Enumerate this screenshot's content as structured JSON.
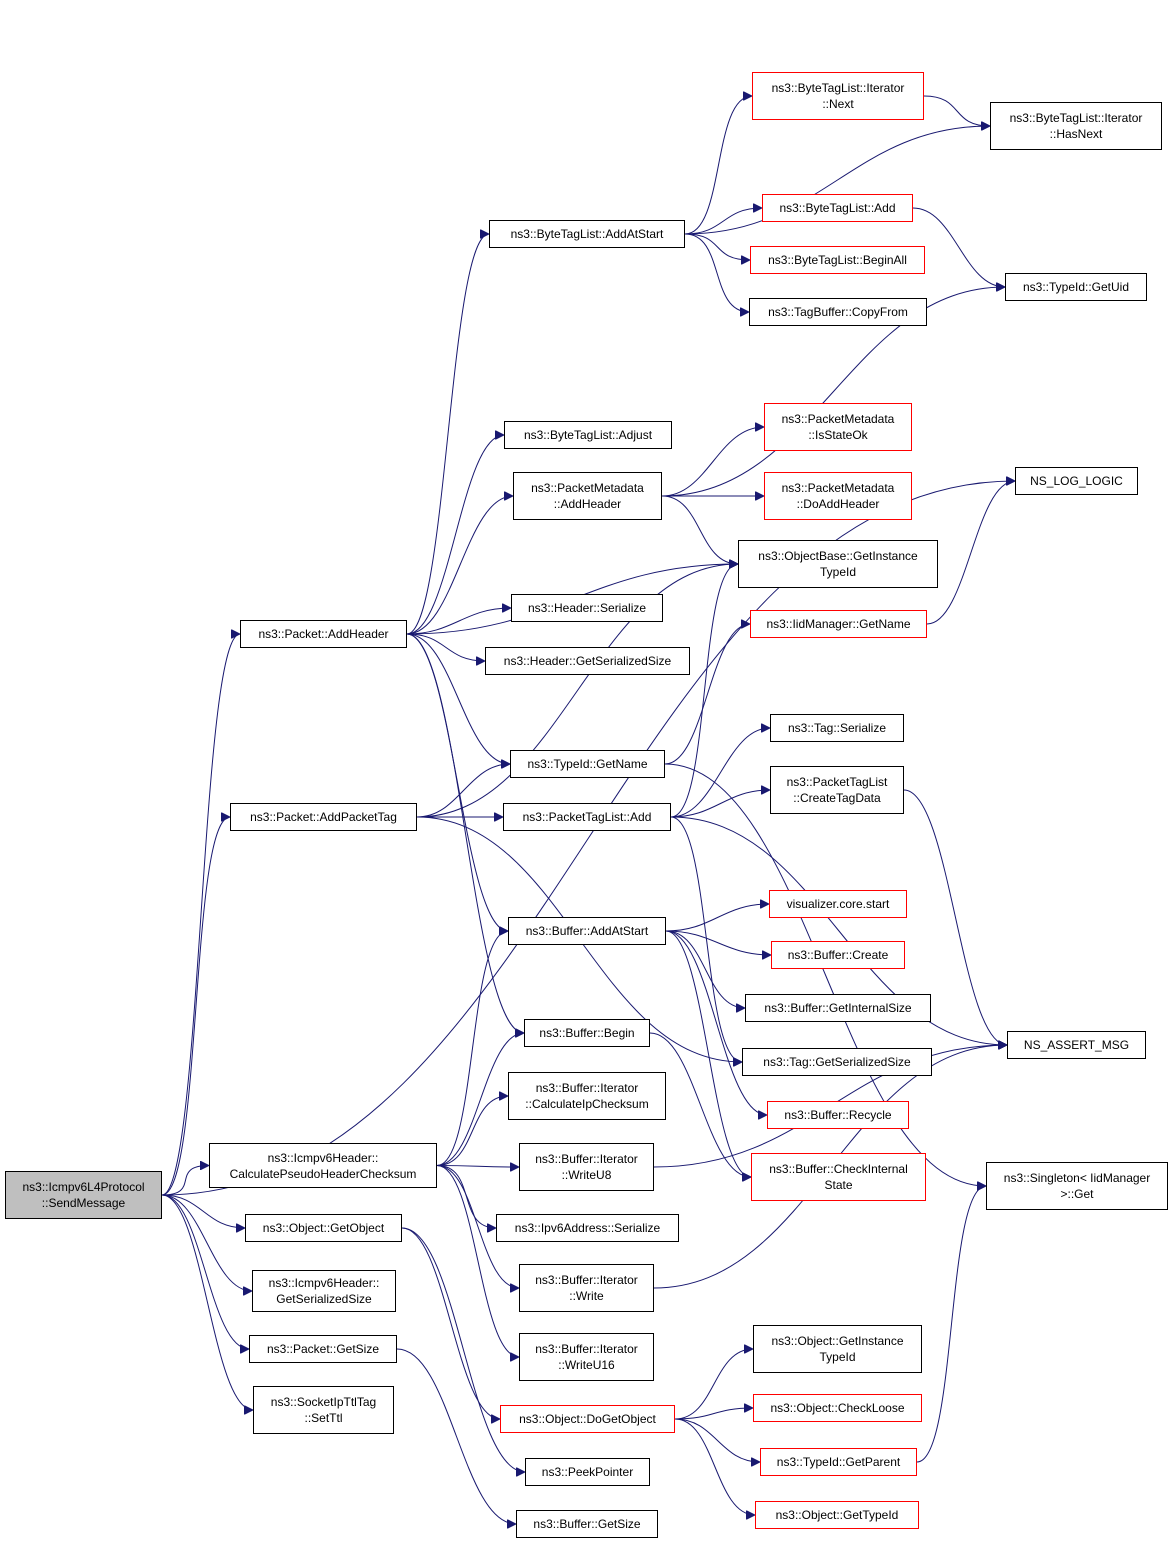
{
  "colors": {
    "edge": "#191970",
    "ref_border": "#000000",
    "truncated_border": "#ff0000",
    "root_fill": "#bfbfbf"
  },
  "nodes": [
    {
      "id": "root",
      "lines": [
        "ns3::Icmpv6L4Protocol",
        "::SendMessage"
      ],
      "style": "root"
    },
    {
      "id": "pkt_addheader",
      "lines": [
        "ns3::Packet::AddHeader"
      ],
      "style": "ok"
    },
    {
      "id": "pkt_addpackettag",
      "lines": [
        "ns3::Packet::AddPacketTag"
      ],
      "style": "ok"
    },
    {
      "id": "icmp_calcpseudo",
      "lines": [
        "ns3::Icmpv6Header::",
        "CalculatePseudoHeaderChecksum"
      ],
      "style": "ok"
    },
    {
      "id": "obj_getobject",
      "lines": [
        "ns3::Object::GetObject"
      ],
      "style": "ok"
    },
    {
      "id": "icmp_getsersize",
      "lines": [
        "ns3::Icmpv6Header::",
        "GetSerializedSize"
      ],
      "style": "ok"
    },
    {
      "id": "pkt_getsize",
      "lines": [
        "ns3::Packet::GetSize"
      ],
      "style": "ok"
    },
    {
      "id": "sockttl_setttl",
      "lines": [
        "ns3::SocketIpTtlTag",
        "::SetTtl"
      ],
      "style": "ok"
    },
    {
      "id": "btl_addatstart",
      "lines": [
        "ns3::ByteTagList::AddAtStart"
      ],
      "style": "ok"
    },
    {
      "id": "btl_adjust",
      "lines": [
        "ns3::ByteTagList::Adjust"
      ],
      "style": "ok"
    },
    {
      "id": "pm_addheader",
      "lines": [
        "ns3::PacketMetadata",
        "::AddHeader"
      ],
      "style": "ok"
    },
    {
      "id": "hdr_serialize",
      "lines": [
        "ns3::Header::Serialize"
      ],
      "style": "ok"
    },
    {
      "id": "hdr_getsersize",
      "lines": [
        "ns3::Header::GetSerializedSize"
      ],
      "style": "ok"
    },
    {
      "id": "typeid_getname",
      "lines": [
        "ns3::TypeId::GetName"
      ],
      "style": "ok"
    },
    {
      "id": "ptl_add",
      "lines": [
        "ns3::PacketTagList::Add"
      ],
      "style": "ok"
    },
    {
      "id": "buf_addatstart",
      "lines": [
        "ns3::Buffer::AddAtStart"
      ],
      "style": "ok"
    },
    {
      "id": "buf_begin",
      "lines": [
        "ns3::Buffer::Begin"
      ],
      "style": "ok"
    },
    {
      "id": "bi_calcip",
      "lines": [
        "ns3::Buffer::Iterator",
        "::CalculateIpChecksum"
      ],
      "style": "ok"
    },
    {
      "id": "bi_writeu8",
      "lines": [
        "ns3::Buffer::Iterator",
        "::WriteU8"
      ],
      "style": "ok"
    },
    {
      "id": "ipv6_serialize",
      "lines": [
        "ns3::Ipv6Address::Serialize"
      ],
      "style": "ok"
    },
    {
      "id": "bi_write",
      "lines": [
        "ns3::Buffer::Iterator",
        "::Write"
      ],
      "style": "ok"
    },
    {
      "id": "bi_writeu16",
      "lines": [
        "ns3::Buffer::Iterator",
        "::WriteU16"
      ],
      "style": "ok"
    },
    {
      "id": "obj_dogetobject",
      "lines": [
        "ns3::Object::DoGetObject"
      ],
      "style": "truncated"
    },
    {
      "id": "peekpointer",
      "lines": [
        "ns3::PeekPointer"
      ],
      "style": "ok"
    },
    {
      "id": "buf_getsize",
      "lines": [
        "ns3::Buffer::GetSize"
      ],
      "style": "ok"
    },
    {
      "id": "btli_next",
      "lines": [
        "ns3::ByteTagList::Iterator",
        "::Next"
      ],
      "style": "truncated"
    },
    {
      "id": "btl_add",
      "lines": [
        "ns3::ByteTagList::Add"
      ],
      "style": "truncated"
    },
    {
      "id": "btl_beginall",
      "lines": [
        "ns3::ByteTagList::BeginAll"
      ],
      "style": "truncated"
    },
    {
      "id": "tagbuf_copyfrom",
      "lines": [
        "ns3::TagBuffer::CopyFrom"
      ],
      "style": "ok"
    },
    {
      "id": "pm_isstateok",
      "lines": [
        "ns3::PacketMetadata",
        "::IsStateOk"
      ],
      "style": "truncated"
    },
    {
      "id": "pm_doaddheader",
      "lines": [
        "ns3::PacketMetadata",
        "::DoAddHeader"
      ],
      "style": "truncated"
    },
    {
      "id": "ob_getinsttypeid",
      "lines": [
        "ns3::ObjectBase::GetInstance",
        "TypeId"
      ],
      "style": "ok"
    },
    {
      "id": "iidmgr_getname",
      "lines": [
        "ns3::IidManager::GetName"
      ],
      "style": "truncated"
    },
    {
      "id": "tag_serialize",
      "lines": [
        "ns3::Tag::Serialize"
      ],
      "style": "ok"
    },
    {
      "id": "ptl_createtagdata",
      "lines": [
        "ns3::PacketTagList",
        "::CreateTagData"
      ],
      "style": "ok"
    },
    {
      "id": "viz_start",
      "lines": [
        "visualizer.core.start"
      ],
      "style": "truncated"
    },
    {
      "id": "buf_create",
      "lines": [
        "ns3::Buffer::Create"
      ],
      "style": "truncated"
    },
    {
      "id": "buf_getinternalsize",
      "lines": [
        "ns3::Buffer::GetInternalSize"
      ],
      "style": "ok"
    },
    {
      "id": "tag_getsersize",
      "lines": [
        "ns3::Tag::GetSerializedSize"
      ],
      "style": "ok"
    },
    {
      "id": "buf_recycle",
      "lines": [
        "ns3::Buffer::Recycle"
      ],
      "style": "truncated"
    },
    {
      "id": "buf_checkinternal",
      "lines": [
        "ns3::Buffer::CheckInternal",
        "State"
      ],
      "style": "truncated"
    },
    {
      "id": "obj_getinsttypeid",
      "lines": [
        "ns3::Object::GetInstance",
        "TypeId"
      ],
      "style": "ok"
    },
    {
      "id": "obj_checkloose",
      "lines": [
        "ns3::Object::CheckLoose"
      ],
      "style": "truncated"
    },
    {
      "id": "typeid_getparent",
      "lines": [
        "ns3::TypeId::GetParent"
      ],
      "style": "truncated"
    },
    {
      "id": "obj_gettypeid",
      "lines": [
        "ns3::Object::GetTypeId"
      ],
      "style": "truncated"
    },
    {
      "id": "btli_hasnext",
      "lines": [
        "ns3::ByteTagList::Iterator",
        "::HasNext"
      ],
      "style": "ok"
    },
    {
      "id": "typeid_getuid",
      "lines": [
        "ns3::TypeId::GetUid"
      ],
      "style": "ok"
    },
    {
      "id": "ns_log_logic",
      "lines": [
        "NS_LOG_LOGIC"
      ],
      "style": "ok"
    },
    {
      "id": "ns_assert_msg",
      "lines": [
        "NS_ASSERT_MSG"
      ],
      "style": "ok"
    },
    {
      "id": "singleton_get",
      "lines": [
        "ns3::Singleton< IidManager",
        ">::Get"
      ],
      "style": "ok"
    }
  ],
  "edges": [
    [
      "root",
      "pkt_addheader"
    ],
    [
      "root",
      "pkt_addpackettag"
    ],
    [
      "root",
      "icmp_calcpseudo"
    ],
    [
      "root",
      "obj_getobject"
    ],
    [
      "root",
      "icmp_getsersize"
    ],
    [
      "root",
      "pkt_getsize"
    ],
    [
      "root",
      "sockttl_setttl"
    ],
    [
      "root",
      "ns_log_logic"
    ],
    [
      "pkt_addheader",
      "btl_addatstart"
    ],
    [
      "pkt_addheader",
      "btl_adjust"
    ],
    [
      "pkt_addheader",
      "pm_addheader"
    ],
    [
      "pkt_addheader",
      "ob_getinsttypeid"
    ],
    [
      "pkt_addheader",
      "hdr_serialize"
    ],
    [
      "pkt_addheader",
      "hdr_getsersize"
    ],
    [
      "pkt_addheader",
      "typeid_getname"
    ],
    [
      "pkt_addheader",
      "buf_addatstart"
    ],
    [
      "pkt_addheader",
      "buf_begin"
    ],
    [
      "pkt_addpackettag",
      "typeid_getname"
    ],
    [
      "pkt_addpackettag",
      "ptl_add"
    ],
    [
      "pkt_addpackettag",
      "ob_getinsttypeid"
    ],
    [
      "pkt_addpackettag",
      "tag_getsersize"
    ],
    [
      "btl_addatstart",
      "btli_next"
    ],
    [
      "btl_addatstart",
      "btli_hasnext"
    ],
    [
      "btl_addatstart",
      "btl_add"
    ],
    [
      "btl_addatstart",
      "btl_beginall"
    ],
    [
      "btl_addatstart",
      "tagbuf_copyfrom"
    ],
    [
      "btli_next",
      "btli_hasnext"
    ],
    [
      "btl_add",
      "typeid_getuid"
    ],
    [
      "pm_addheader",
      "typeid_getuid"
    ],
    [
      "pm_addheader",
      "pm_isstateok"
    ],
    [
      "pm_addheader",
      "pm_doaddheader"
    ],
    [
      "pm_addheader",
      "ob_getinsttypeid"
    ],
    [
      "typeid_getname",
      "iidmgr_getname"
    ],
    [
      "typeid_getname",
      "singleton_get"
    ],
    [
      "iidmgr_getname",
      "ns_log_logic"
    ],
    [
      "ptl_add",
      "ob_getinsttypeid"
    ],
    [
      "ptl_add",
      "tag_serialize"
    ],
    [
      "ptl_add",
      "ptl_createtagdata"
    ],
    [
      "ptl_add",
      "ns_assert_msg"
    ],
    [
      "ptl_add",
      "tag_getsersize"
    ],
    [
      "ptl_createtagdata",
      "ns_assert_msg"
    ],
    [
      "buf_addatstart",
      "viz_start"
    ],
    [
      "buf_addatstart",
      "buf_create"
    ],
    [
      "buf_addatstart",
      "buf_getinternalsize"
    ],
    [
      "buf_addatstart",
      "buf_recycle"
    ],
    [
      "buf_addatstart",
      "buf_checkinternal"
    ],
    [
      "buf_begin",
      "buf_checkinternal"
    ],
    [
      "icmp_calcpseudo",
      "buf_addatstart"
    ],
    [
      "icmp_calcpseudo",
      "buf_begin"
    ],
    [
      "icmp_calcpseudo",
      "bi_calcip"
    ],
    [
      "icmp_calcpseudo",
      "bi_writeu8"
    ],
    [
      "icmp_calcpseudo",
      "ipv6_serialize"
    ],
    [
      "icmp_calcpseudo",
      "bi_write"
    ],
    [
      "icmp_calcpseudo",
      "bi_writeu16"
    ],
    [
      "bi_writeu8",
      "ns_assert_msg"
    ],
    [
      "bi_write",
      "ns_assert_msg"
    ],
    [
      "obj_getobject",
      "obj_dogetobject"
    ],
    [
      "obj_getobject",
      "peekpointer"
    ],
    [
      "obj_dogetobject",
      "obj_getinsttypeid"
    ],
    [
      "obj_dogetobject",
      "obj_checkloose"
    ],
    [
      "obj_dogetobject",
      "typeid_getparent"
    ],
    [
      "obj_dogetobject",
      "obj_gettypeid"
    ],
    [
      "typeid_getparent",
      "singleton_get"
    ],
    [
      "pkt_getsize",
      "buf_getsize"
    ]
  ]
}
